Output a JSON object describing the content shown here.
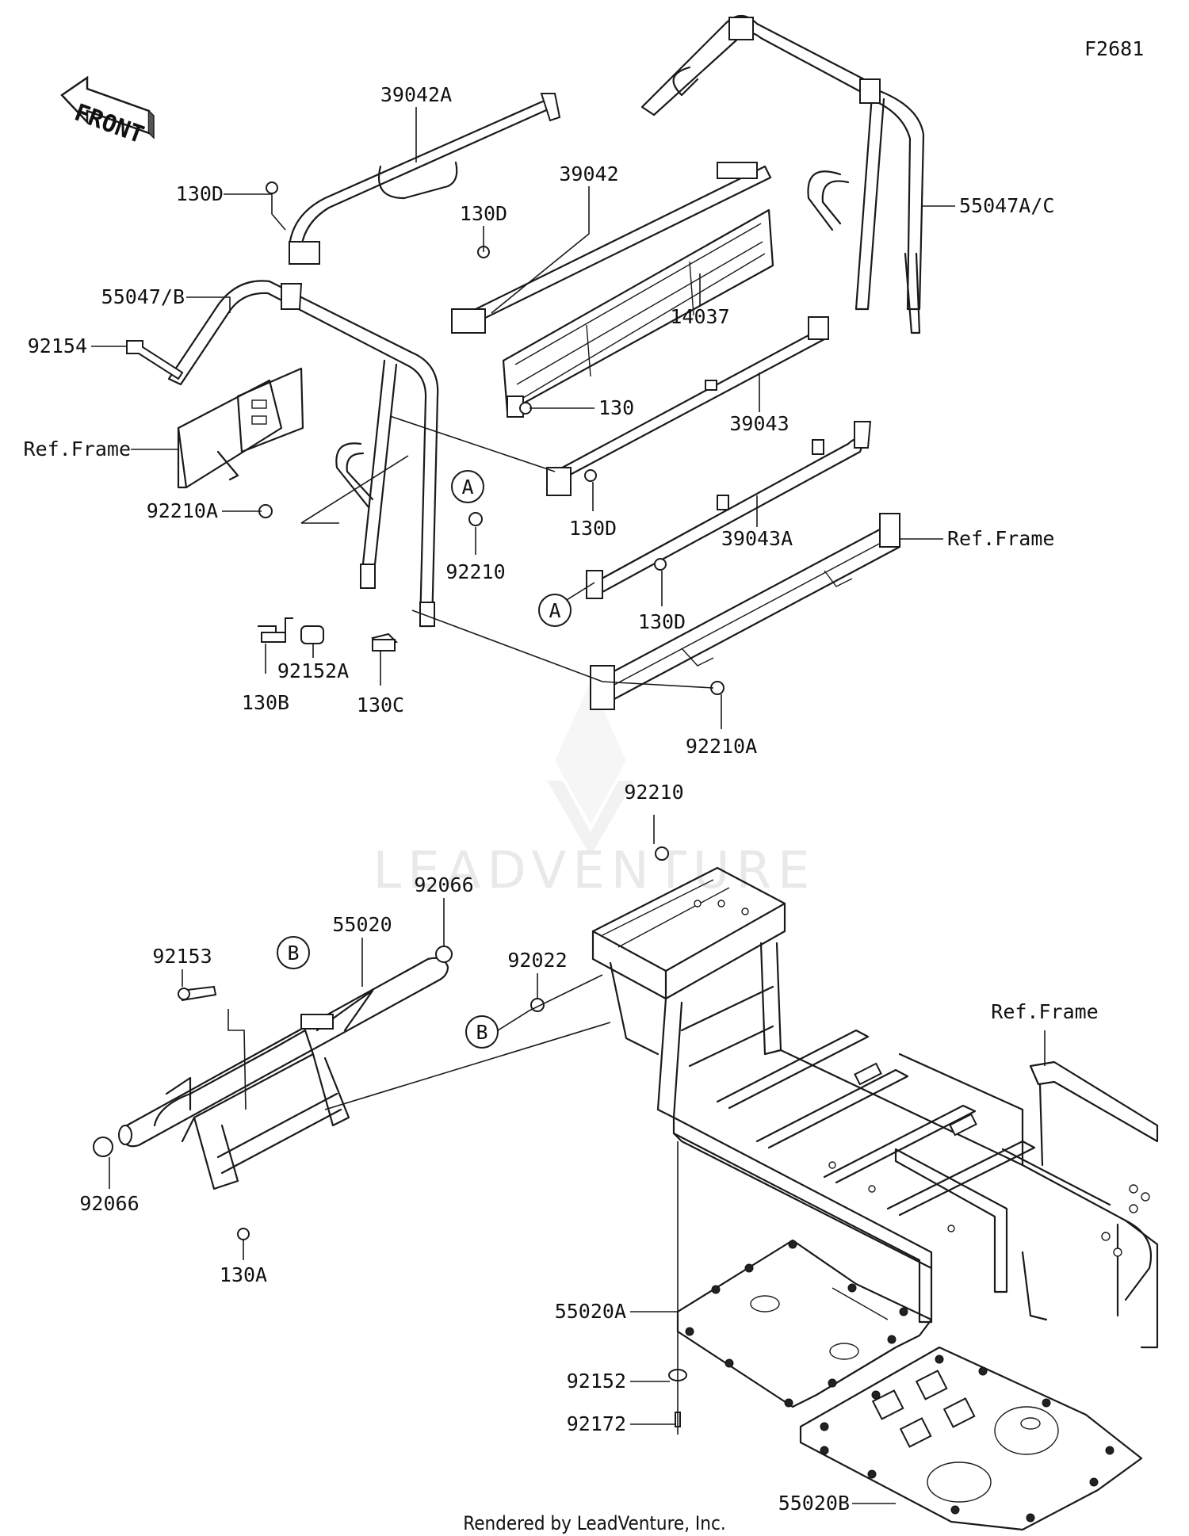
{
  "figure_code": "F2681",
  "direction_label": "FRONT",
  "watermark": "LEADVENTURE",
  "footer": "Rendered by LeadVenture, Inc.",
  "labels": {
    "p39042A": "39042A",
    "p130D_1": "130D",
    "p39042": "39042",
    "p130D_2": "130D",
    "p55047AC": "55047A/C",
    "p55047B": "55047/B",
    "p92154": "92154",
    "p14037": "14037",
    "p130": "130",
    "pRefFrame1": "Ref.Frame",
    "p39043": "39043",
    "p92210A_1": "92210A",
    "pCalloutA1": "A",
    "p92210_1": "92210",
    "p130D_3": "130D",
    "p39043A": "39043A",
    "pRefFrame2": "Ref.Frame",
    "pCalloutA2": "A",
    "p130D_4": "130D",
    "p92152A": "92152A",
    "p130B": "130B",
    "p130C": "130C",
    "p92210A_2": "92210A",
    "p92210_2": "92210",
    "p92066_1": "92066",
    "p55020": "55020",
    "p92153": "92153",
    "pCalloutB1": "B",
    "p92022": "92022",
    "pCalloutB2": "B",
    "pRefFrame3": "Ref.Frame",
    "p92066_2": "92066",
    "p130A": "130A",
    "p55020A": "55020A",
    "p92152": "92152",
    "p92172": "92172",
    "p55020B": "55020B"
  }
}
